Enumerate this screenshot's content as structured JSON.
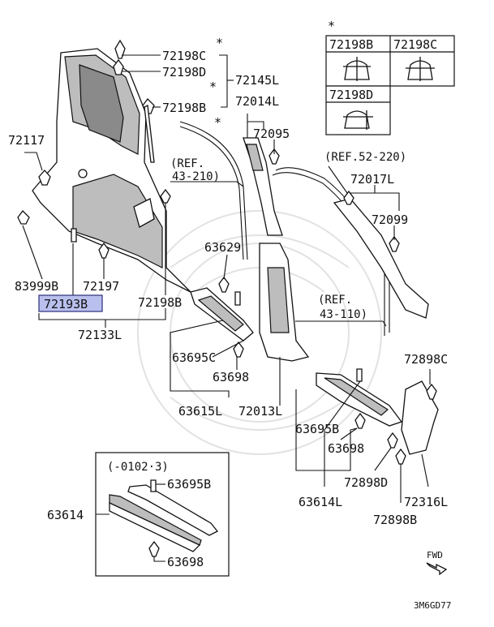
{
  "diagram": {
    "asterisk": "*",
    "table": {
      "header_left": "72198B",
      "header_right": "72198C",
      "lower": "72198D"
    },
    "labels": {
      "p72198C": "72198C",
      "p72198D": "72198D",
      "p72198B_top": "72198B",
      "p72145L": "72145L",
      "p72014L": "72014L",
      "p72095": "72095",
      "p72117": "72117",
      "p72017L": "72017L",
      "p72099": "72099",
      "p83999B": "83999B",
      "p72197": "72197",
      "p72193B": "72193B",
      "p72198B_low": "72198B",
      "p72133L": "72133L",
      "p63629": "63629",
      "p63695C": "63695C",
      "p63698_a": "63698",
      "p63615L": "63615L",
      "p72013L": "72013L",
      "p72898C": "72898C",
      "p63695B_a": "63695B",
      "p63698_b": "63698",
      "p72898D": "72898D",
      "p72316L": "72316L",
      "p63614L": "63614L",
      "p72898B": "72898B",
      "p63614": "63614",
      "p63695B_b": "63695B",
      "p63698_c": "63698"
    },
    "refs": {
      "ref_43_210_a": "(REF.",
      "ref_43_210_b": "43-210)",
      "ref_52_220": "(REF.52-220)",
      "ref_43_110_a": "(REF.",
      "ref_43_110_b": "43-110)",
      "date_range": "(-0102·3)"
    },
    "fwd": "FWD",
    "code": "3M6GD77",
    "highlight_color": "#b9c0ee"
  }
}
